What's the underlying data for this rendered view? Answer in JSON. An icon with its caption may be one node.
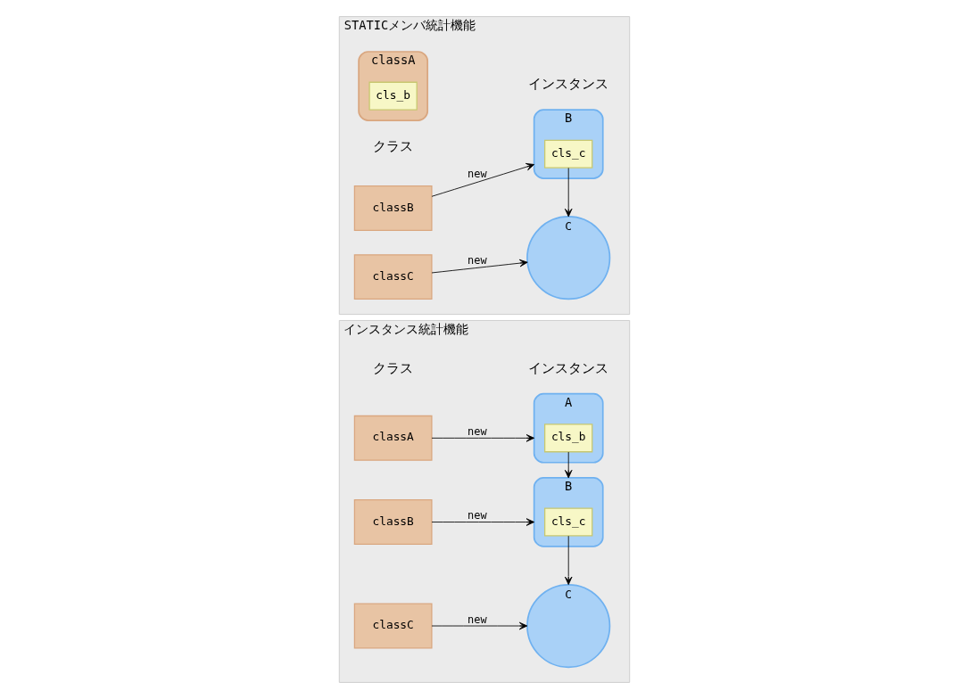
{
  "diagram": {
    "nodes": [
      {
        "text": [
          "インスタンス統計機能"
        ]
      },
      {
        "text": [
          "classA"
        ],
        "in": 0
      },
      {
        "text": [
          "A"
        ],
        "in": 0
      },
      {
        "text": [
          "cls_b"
        ],
        "in": 2
      },
      {
        "text": [
          "classB"
        ],
        "in": 0
      },
      {
        "text": [
          "B"
        ],
        "in": 0
      },
      {
        "text": [
          "cls_c"
        ],
        "in": 5
      },
      {
        "text": [
          "classC"
        ],
        "in": 0
      },
      {
        "text": [
          "C"
        ],
        "in": 0
      },
      {
        "text": [
          "STATICメンバ統計機能"
        ]
      },
      {
        "text": [
          "classA"
        ],
        "in": 9
      },
      {
        "text": [
          "cls_b"
        ],
        "in": 10
      },
      {
        "text": [
          "classB"
        ],
        "in": 9
      },
      {
        "text": [
          "B"
        ],
        "in": 9
      },
      {
        "text": [
          "cls_c"
        ],
        "in": 13
      },
      {
        "text": [
          "classC"
        ],
        "in": 9
      },
      {
        "text": [
          "C"
        ],
        "in": 9
      }
    ],
    "edges": [
      {
        "from": 1,
        "to": 2,
        "arrow": "to",
        "label": "new"
      },
      {
        "from": 3,
        "to": 5,
        "arrow": "to"
      },
      {
        "from": 4,
        "to": 5,
        "arrow": "to",
        "label": "new"
      },
      {
        "from": 6,
        "to": 8,
        "arrow": "to"
      },
      {
        "from": 7,
        "to": 8,
        "arrow": "to",
        "label": "new"
      },
      {
        "from": 12,
        "to": 13,
        "arrow": "to",
        "label": "new"
      },
      {
        "from": 14,
        "to": 16,
        "arrow": "to"
      },
      {
        "from": 15,
        "to": 16,
        "arrow": "to",
        "label": "new"
      }
    ],
    "labels": [
      "クラス",
      "インスタンス",
      "クラス",
      "インスタンス"
    ]
  }
}
